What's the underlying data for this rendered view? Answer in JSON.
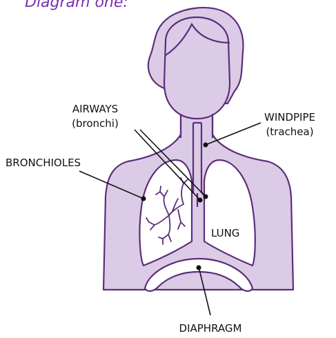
{
  "title": "Diagram one:",
  "labels": {
    "airways": "AIRWAYS",
    "airways_sub": "(bronchi)",
    "windpipe": "WINDPIPE",
    "windpipe_sub": "(trachea)",
    "bronchioles": "BRONCHIOLES",
    "lung": "LUNG",
    "diaphragm": "DIAPHRAGM"
  },
  "colors": {
    "body_fill": "#dccbe6",
    "outline": "#5b2d7a",
    "lung_fill": "#ffffff",
    "title": "#7a2fb0",
    "leader": "#111111"
  }
}
